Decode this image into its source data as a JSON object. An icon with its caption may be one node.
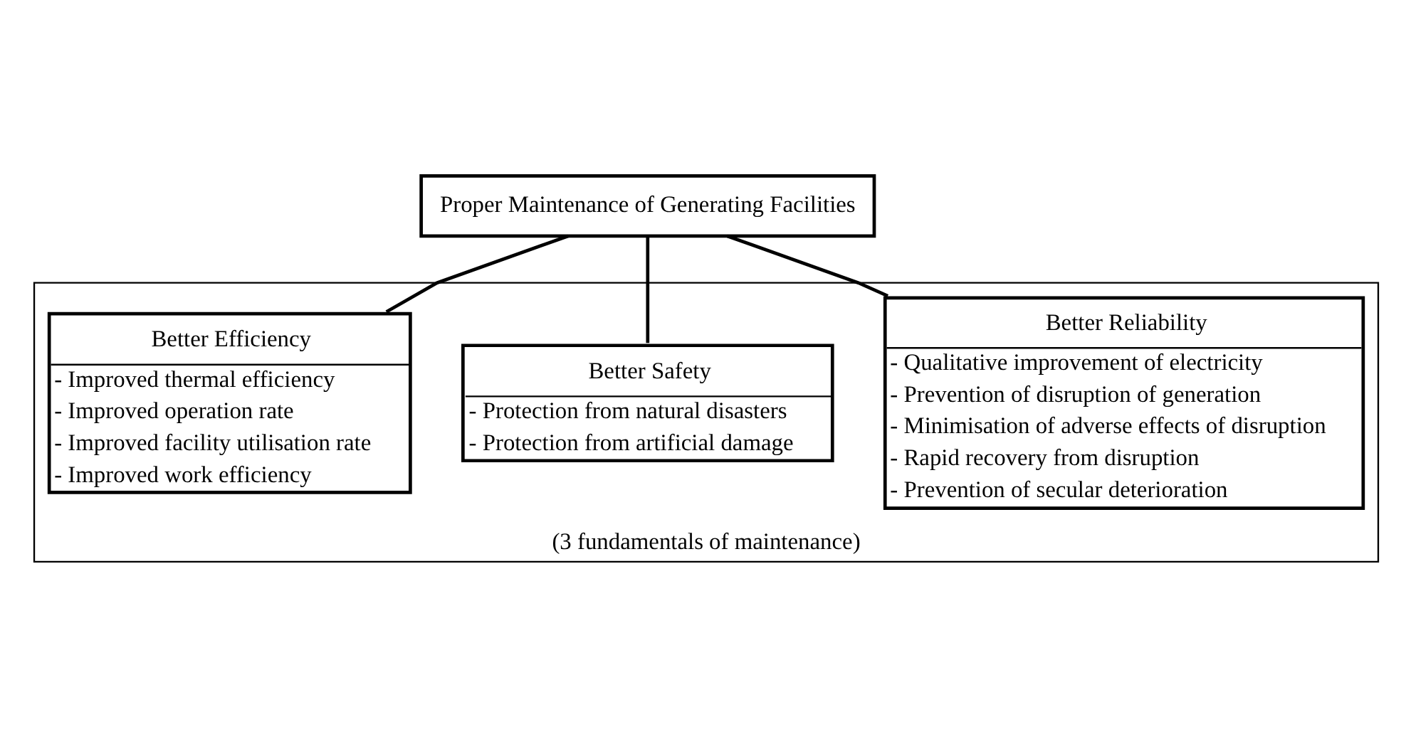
{
  "diagram": {
    "nodes": [
      {
        "text": [
          "Proper Maintenance of Generating Facilities"
        ]
      },
      {
        "text": [
          "(3 fundamentals of maintenance)"
        ]
      },
      {
        "text": [
          "Better Reliability",
          "- Qualitative improvement of electricity",
          "- Prevention of disruption of generation",
          "- Minimisation of adverse effects of disruption",
          "- Rapid recovery from disruption",
          "- Prevention of secular deterioration"
        ],
        "in": 1
      },
      {
        "text": [
          "Better Safety",
          "- Protection from natural disasters",
          "- Protection from artificial damage"
        ],
        "in": 1
      },
      {
        "text": [
          "Better Efficiency",
          "- Improved thermal efficiency",
          "- Improved operation rate",
          "- Improved facility utilisation rate",
          "- Improved work efficiency"
        ],
        "in": 1
      }
    ],
    "edges": [
      {
        "from": 0,
        "to": 2,
        "arrow": "none"
      },
      {
        "from": 0,
        "to": 3,
        "arrow": "none"
      },
      {
        "from": 0,
        "to": 4,
        "arrow": "none"
      }
    ]
  }
}
